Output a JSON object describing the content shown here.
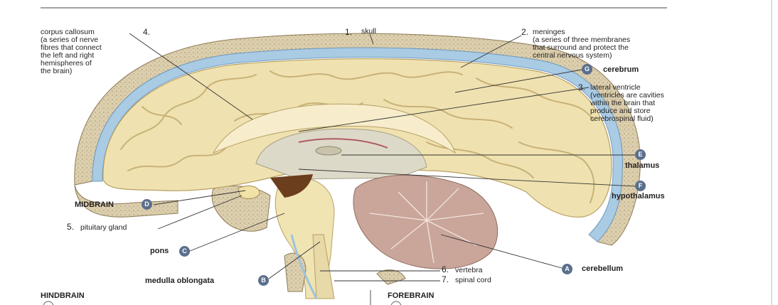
{
  "labels": {
    "corpus_callosum": "corpus callosum\n(a series of nerve\nfibres that connect\nthe left and right\nhemispheres of\nthe brain)",
    "num4": "4.",
    "num1": "1.",
    "skull": "skull",
    "num2": "2.",
    "meninges": "meninges\n(a series of three membranes\nthat surround and protect the\ncentral nervous system)",
    "cerebrum": "cerebrum",
    "num3": "3.",
    "lateral_ventricle": "lateral ventricle\n(ventricles are cavities\nwithin the brain that\nproduce and store\ncerebrospinal fluid)",
    "thalamus": "thalamus",
    "hypothalamus": "hypothalamus",
    "midbrain": "MIDBRAIN",
    "num5": "5.",
    "pituitary_gland": "pituitary gland",
    "pons": "pons",
    "medulla_oblongata": "medulla oblongata",
    "cerebellum": "cerebellum",
    "num6": "6.",
    "vertebra": "vertebra",
    "num7": "7.",
    "spinal_cord": "spinal cord"
  },
  "badges": {
    "a": "A",
    "b": "B",
    "c": "C",
    "d": "D",
    "e": "E",
    "f": "F",
    "g": "G"
  },
  "headers": {
    "hindbrain": "HINDBRAIN",
    "forebrain": "FOREBRAIN"
  },
  "colors": {
    "badge": "#5b6f8d",
    "cerebrum": "#efe2b0",
    "meninges": "#9ec3df",
    "skull": "#d8c9a6",
    "cerebellum": "#c9a59a"
  }
}
